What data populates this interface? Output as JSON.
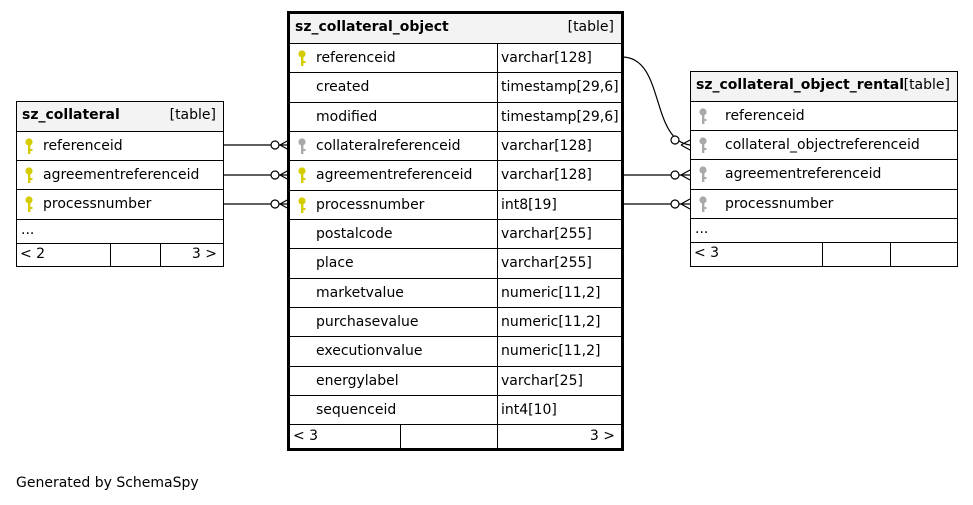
{
  "tables": [
    {
      "name": "sz_collateral",
      "kind": "[table]",
      "columns": [
        {
          "name": "referenceid",
          "key": "pk"
        },
        {
          "name": "agreementreferenceid",
          "key": "pk"
        },
        {
          "name": "processnumber",
          "key": "pk"
        }
      ],
      "ellipsis": "...",
      "footer": {
        "left": "< 2",
        "right": "3 >"
      }
    },
    {
      "name": "sz_collateral_object",
      "kind": "[table]",
      "columns": [
        {
          "name": "referenceid",
          "type": "varchar[128]",
          "key": "pk"
        },
        {
          "name": "created",
          "type": "timestamp[29,6]",
          "key": ""
        },
        {
          "name": "modified",
          "type": "timestamp[29,6]",
          "key": ""
        },
        {
          "name": "collateralreferenceid",
          "type": "varchar[128]",
          "key": "fk"
        },
        {
          "name": "agreementreferenceid",
          "type": "varchar[128]",
          "key": "pk"
        },
        {
          "name": "processnumber",
          "type": "int8[19]",
          "key": "pk"
        },
        {
          "name": "postalcode",
          "type": "varchar[255]",
          "key": ""
        },
        {
          "name": "place",
          "type": "varchar[255]",
          "key": ""
        },
        {
          "name": "marketvalue",
          "type": "numeric[11,2]",
          "key": ""
        },
        {
          "name": "purchasevalue",
          "type": "numeric[11,2]",
          "key": ""
        },
        {
          "name": "executionvalue",
          "type": "numeric[11,2]",
          "key": ""
        },
        {
          "name": "energylabel",
          "type": "varchar[25]",
          "key": ""
        },
        {
          "name": "sequenceid",
          "type": "int4[10]",
          "key": ""
        }
      ],
      "footer": {
        "left": "< 3",
        "right": "3 >"
      }
    },
    {
      "name": "sz_collateral_object_rental",
      "kind": "[table]",
      "columns": [
        {
          "name": "referenceid",
          "key": "fk"
        },
        {
          "name": "collateral_objectreferenceid",
          "key": "fk"
        },
        {
          "name": "agreementreferenceid",
          "key": "fk"
        },
        {
          "name": "processnumber",
          "key": "fk"
        }
      ],
      "ellipsis": "...",
      "footer": {
        "left": "< 3",
        "right": ""
      }
    }
  ],
  "colors": {
    "primary_key": "#d4cc00",
    "foreign_key": "#a9a9a9",
    "header_bg": "#f3f3f3"
  },
  "caption": "Generated by SchemaSpy"
}
